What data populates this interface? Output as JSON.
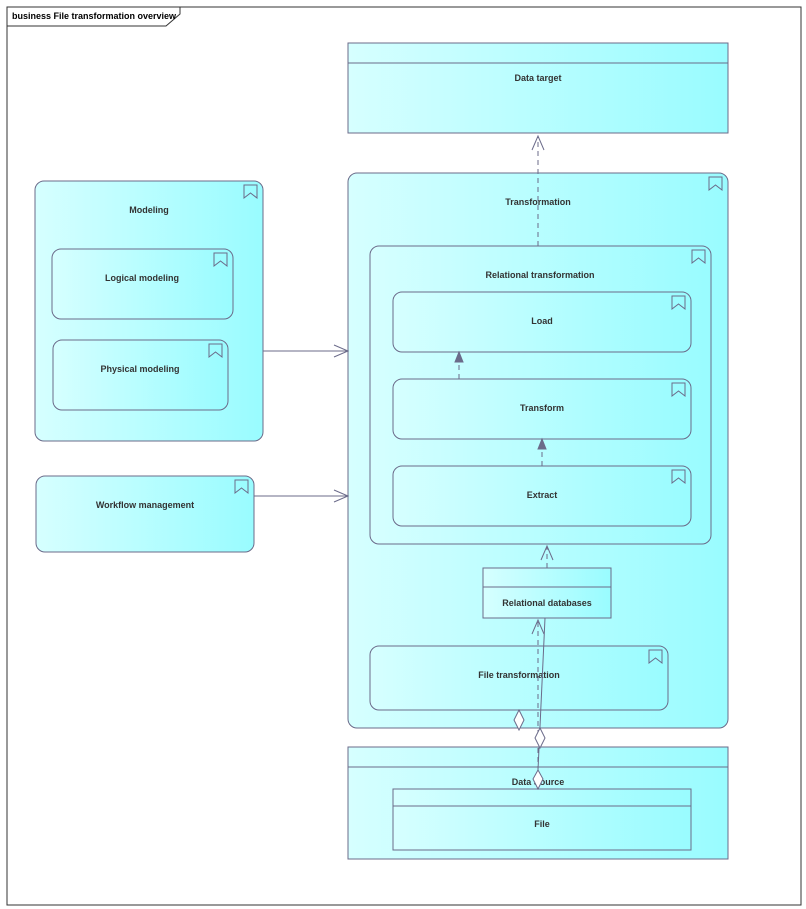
{
  "frame": {
    "title": "business File transformation overview"
  },
  "nodes": {
    "data_target": "Data target",
    "transformation": "Transformation",
    "relational_transformation": "Relational transformation",
    "load": "Load",
    "transform": "Transform",
    "extract": "Extract",
    "relational_databases": "Relational databases",
    "file_transformation": "File transformation",
    "modeling": "Modeling",
    "logical_modeling": "Logical modeling",
    "physical_modeling": "Physical modeling",
    "workflow_management": "Workflow management",
    "data_source": "Data Source",
    "file": "File"
  },
  "colors": {
    "fill_light": "#ccffff",
    "fill_dark": "#99ffff",
    "stroke": "#6b6b8a"
  },
  "icons": {
    "function": "bookmark-function-icon"
  }
}
